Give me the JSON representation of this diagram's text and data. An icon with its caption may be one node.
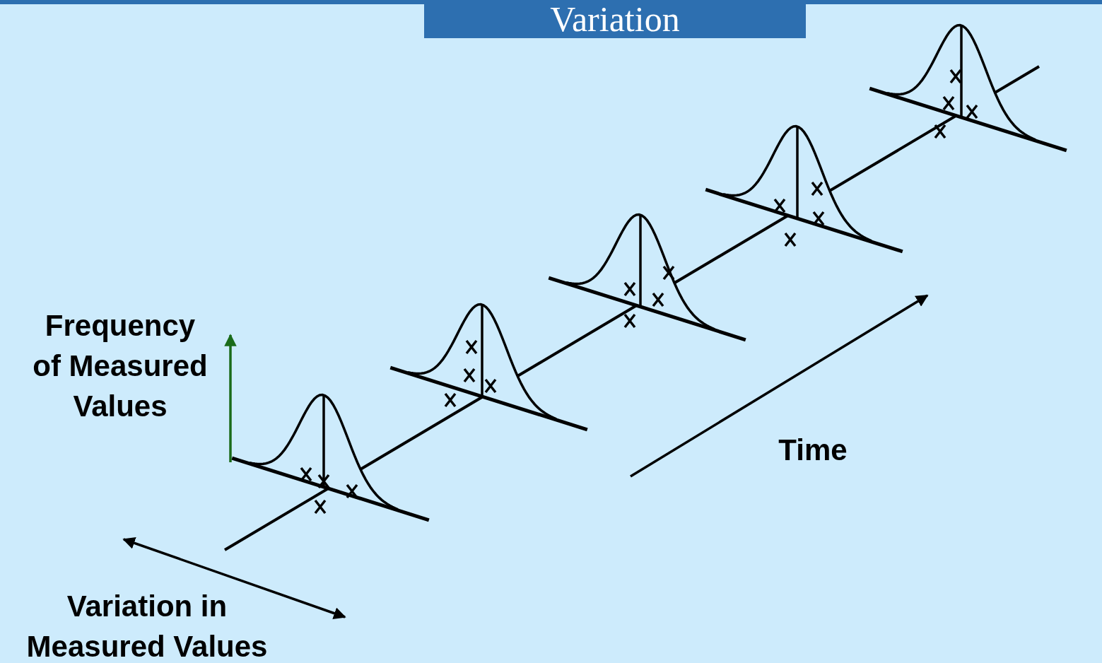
{
  "diagram": {
    "title": "Variation",
    "labels": [
      "Frequency of Measured Values",
      "Time",
      "Variation in Measured Values"
    ]
  }
}
